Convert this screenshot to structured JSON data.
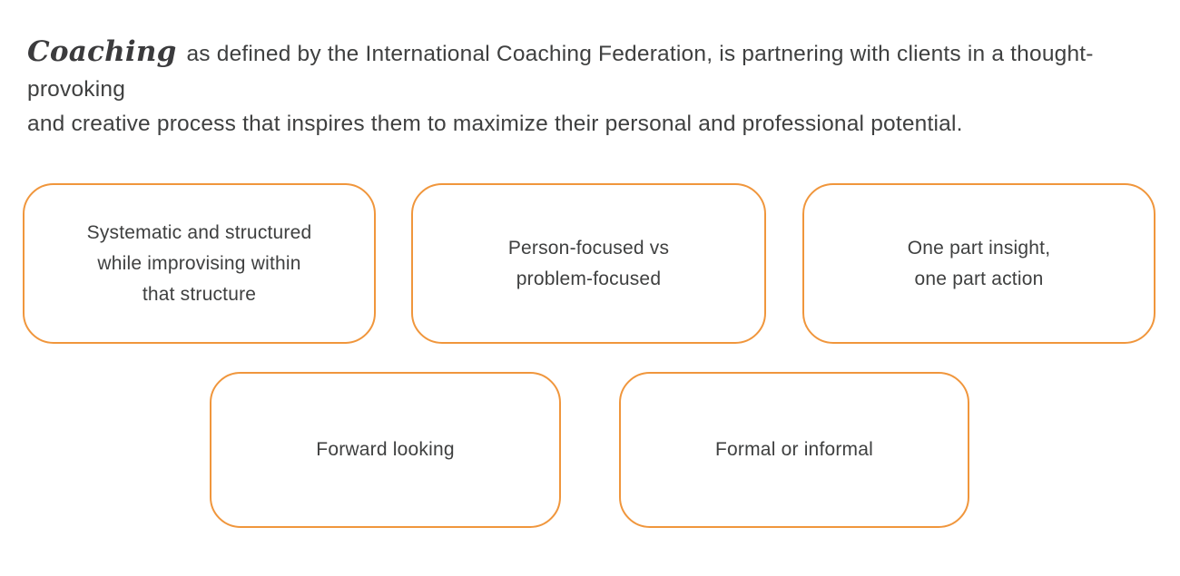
{
  "page": {
    "background_color": "#ffffff",
    "accent_color": "#f0963c",
    "text_color": "#3f4040"
  },
  "intro": {
    "highlight_word": "Coaching",
    "line1_rest": "as defined by the International Coaching Federation, is partnering with clients in a thought-provoking",
    "line2": "and creative process that inspires them to maximize their personal and professional potential."
  },
  "boxes": [
    {
      "lines": [
        "Systematic and structured",
        "while improvising within",
        "that structure"
      ]
    },
    {
      "lines": [
        "Person-focused vs",
        "problem-focused"
      ]
    },
    {
      "lines": [
        "One part insight,",
        "one part action"
      ]
    },
    {
      "lines": [
        "Forward looking"
      ]
    },
    {
      "lines": [
        "Formal or informal"
      ]
    }
  ]
}
